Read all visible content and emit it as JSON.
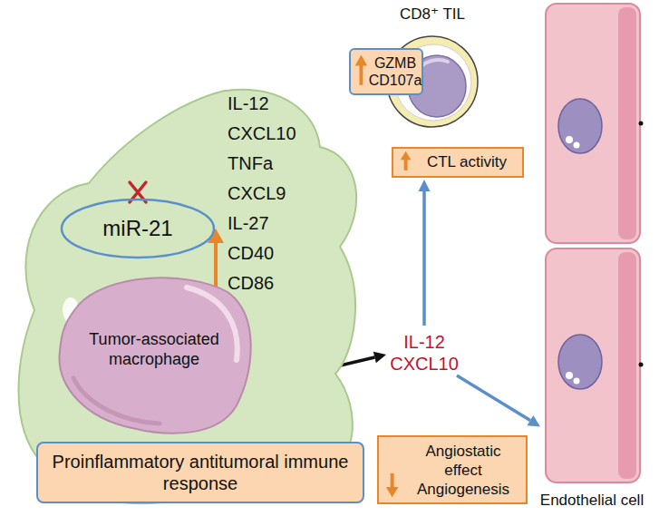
{
  "diagram": {
    "nodes": [
      {
        "text": [
          "IL-12 CXCL10 TNFa CXCL9 IL-27 CD40 CD86"
        ]
      },
      {
        "text": [
          "miR-21"
        ],
        "in": 0
      },
      {
        "text": [
          "Tumor-associated macrophage"
        ],
        "in": 0
      },
      {
        "text": [
          "Proinflammatory antitumoral immune response"
        ]
      },
      {
        "text": [
          "CD8⁺ TIL"
        ]
      },
      {
        "text": [
          "GZMB CD107a"
        ]
      },
      {
        "text": [
          "CTL activity"
        ]
      },
      {
        "text": [
          "IL-12 CXCL10"
        ]
      },
      {
        "text": [
          "Endothelial cell"
        ]
      },
      {
        "text": [
          "Angiostatic effect",
          "Angiogenesis"
        ]
      }
    ],
    "edges": [
      {
        "from": 0,
        "to": 7,
        "arrow": "to"
      },
      {
        "from": 7,
        "to": 6,
        "arrow": "to"
      },
      {
        "from": 7,
        "to": 8,
        "arrow": "to"
      }
    ]
  }
}
